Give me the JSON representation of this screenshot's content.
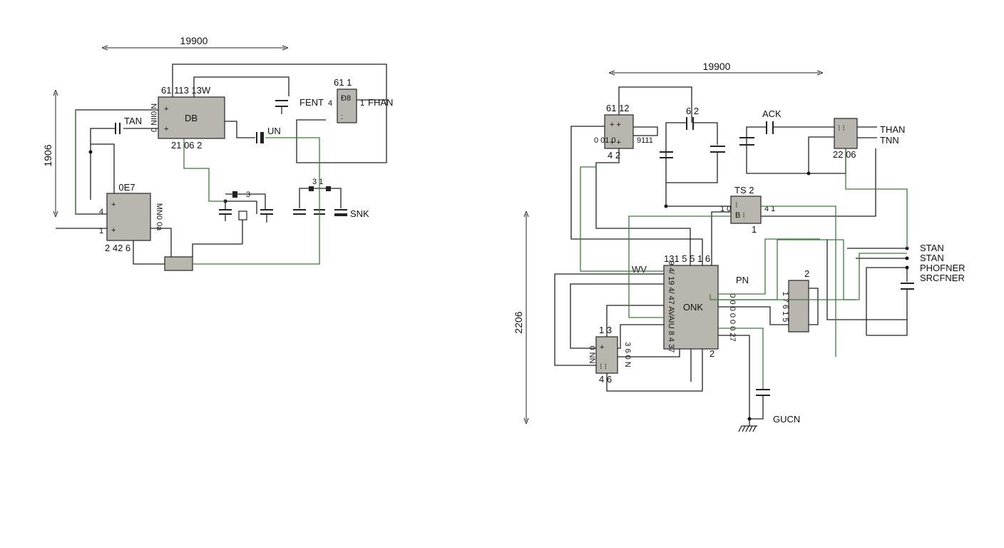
{
  "left_circuit": {
    "dimension_top": "19900",
    "dimension_side": "1906",
    "chips": {
      "u1": {
        "label": "DB",
        "top_pins": "61 113 13W",
        "bottom_pins": "21 06   2",
        "right_pins": "N 0IIN 0"
      },
      "u2": {
        "label": "0E7",
        "left_pins": [
          "4",
          "1"
        ],
        "right_pins": "MN0 0a",
        "bottom_pins": "2    42        6"
      },
      "u3": {
        "label": "",
        "top_pins": "61 1",
        "mark": "Ð8"
      }
    },
    "labels": {
      "tan": "TAN",
      "un": "UN",
      "fent": "FENT",
      "fent_pin": "4",
      "fhan_pin": "1",
      "fhan": "FHAN",
      "snk": "SNK",
      "cap_31": "3   1",
      "cap_3": "3"
    }
  },
  "right_circuit": {
    "dimension_top": "19900",
    "dimension_side": "2206",
    "chips": {
      "u4": {
        "label": "",
        "top_pins": "61 12",
        "left_pins": "0 01 0",
        "right_pins": "9111",
        "bottom_pins": "4     2"
      },
      "u5": {
        "label": "",
        "pins": "22 06"
      },
      "u6": {
        "label": "",
        "top_pins": "TS 2",
        "left_pins": "1 0",
        "right_pins": "4 1",
        "bottom_pins": "1"
      },
      "onk": {
        "label": "ONK",
        "top_pins": "131 5 5 1 6",
        "left_pins": "9  4/ 19 4/  47 AVAIU 8 4  37",
        "bottom_pins": "2"
      },
      "u8": {
        "label": "",
        "top_pins": "1   3",
        "left_pins": "0 NN",
        "right_pins": "3 6 0 N",
        "bottom_pins": "4   6"
      },
      "u9": {
        "label": "",
        "top_pins": "2",
        "left_pins": "1 7   6 1 5"
      }
    },
    "labels": {
      "ack": "ACK",
      "cap_62": "6 2",
      "than": "THAN",
      "tnn": "TNN",
      "wv": "WV",
      "pn": "PN",
      "stan1": "STAN",
      "stan2": "STAN",
      "phofner": "PHOFNER",
      "srcfner": "SRCFNER",
      "gucn": "GUCN",
      "onk_right_pins": "0 0 0 0 0 0 27"
    }
  }
}
